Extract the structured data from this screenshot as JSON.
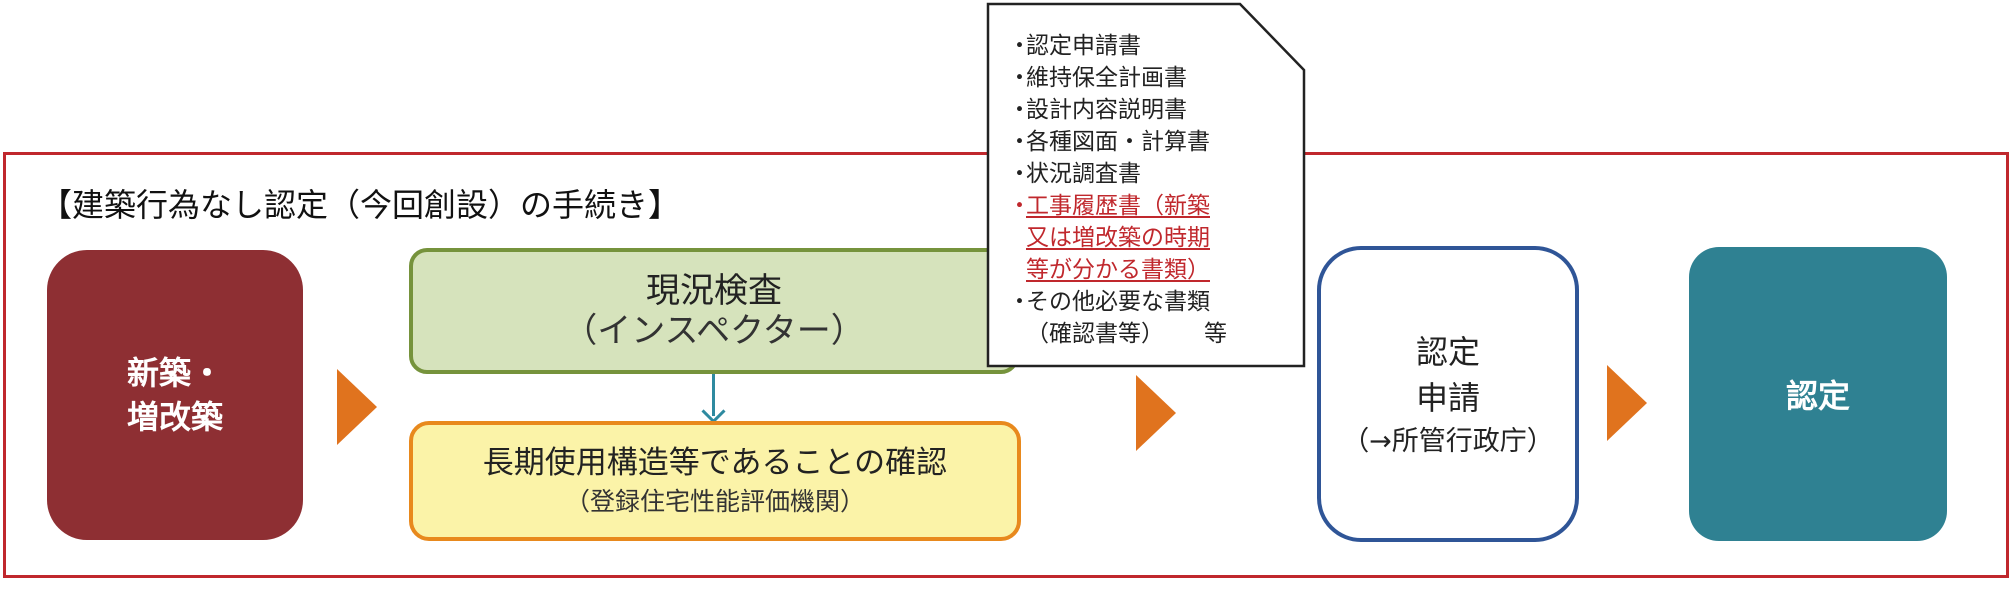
{
  "title": "【建築行為なし認定（今回創設）の手続き】",
  "steps": {
    "new_build": {
      "line1": "新築・",
      "line2": "増改築"
    },
    "inspection": {
      "main": "現況検査",
      "sub": "（インスペクター）"
    },
    "confirmation": {
      "main": "長期使用構造等であることの確認",
      "sub": "（登録住宅性能評価機関）"
    },
    "application": {
      "line1": "認定",
      "line2": "申請",
      "sub": "（→所管行政庁）"
    },
    "certified": {
      "label": "認定"
    }
  },
  "documents": {
    "bullet": "・",
    "items": [
      {
        "lines": [
          "認定申請書"
        ]
      },
      {
        "lines": [
          "維持保全計画書"
        ]
      },
      {
        "lines": [
          "設計内容説明書"
        ]
      },
      {
        "lines": [
          "各種図面・計算書"
        ]
      },
      {
        "lines": [
          "状況調査書"
        ]
      },
      {
        "lines": [
          "工事履歴書（新築",
          "又は増改築の時期",
          "等が分かる書類）"
        ],
        "highlight": true
      },
      {
        "lines": [
          "その他必要な書類",
          "（確認書等）"
        ],
        "suffix": "等"
      }
    ]
  },
  "colors": {
    "frame": "#c0282d",
    "new_build": "#8e2f33",
    "inspection_fill": "#d6e3bc",
    "inspection_border": "#76933c",
    "confirmation_fill": "#fbf3a8",
    "confirmation_border": "#e8891d",
    "application_border": "#2f5597",
    "certified": "#2f8192",
    "arrow": "#e0731e",
    "highlight_text": "#c0282d"
  },
  "icons": {
    "flow_arrow": "triangle-right-icon",
    "down_arrow": "arrow-down-icon",
    "document": "folded-corner-document-icon"
  }
}
